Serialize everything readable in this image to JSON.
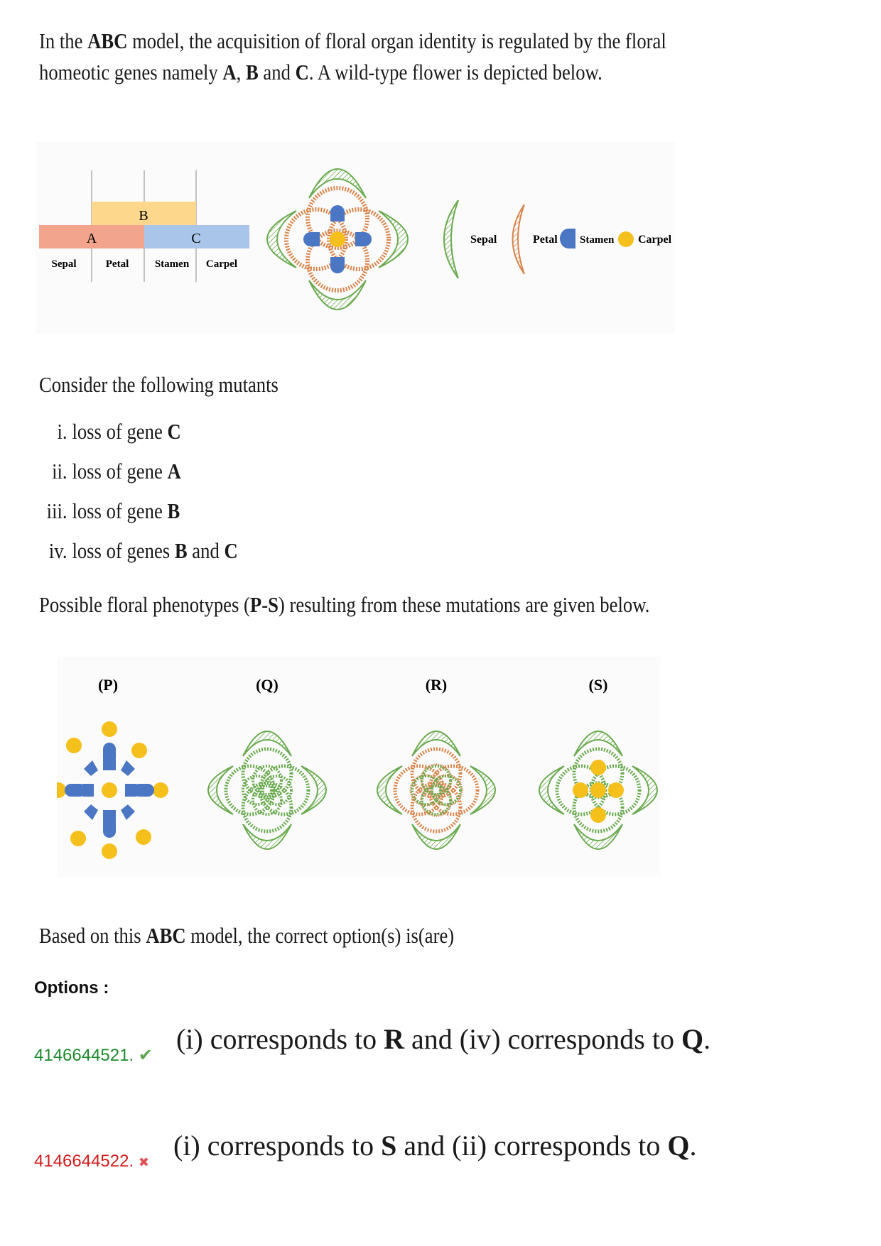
{
  "question": {
    "intro_line1": [
      "In the ",
      "ABC",
      " model, the acquisition of floral organ identity is regulated by the floral"
    ],
    "intro_line2": [
      "homeotic genes namely ",
      "A",
      ", ",
      "B",
      " and ",
      "C",
      ". A wild-type flower is depicted below."
    ],
    "consider": "Consider the following mutants",
    "mutants": [
      {
        "num": "i.",
        "text": "loss of gene ",
        "bold": "C"
      },
      {
        "num": "ii.",
        "text": "loss of gene ",
        "bold": "A"
      },
      {
        "num": "iii.",
        "text": "loss of gene ",
        "bold": "B"
      },
      {
        "num": "iv.",
        "text": "loss of genes ",
        "bold": "B",
        "text2": " and ",
        "bold2": "C"
      }
    ],
    "phenotypes_line": [
      "Possible floral phenotypes (",
      "P",
      "-",
      "S",
      ") resulting from these mutations are given below."
    ],
    "based_line": [
      "Based on this ",
      "ABC",
      " model, the correct option(s) is(are)"
    ]
  },
  "figure1": {
    "gene_labels": {
      "a": "A",
      "b": "B",
      "c": "C"
    },
    "whorl_labels": [
      "Sepal",
      "Petal",
      "Stamen",
      "Carpel"
    ],
    "legend": [
      "Sepal",
      "Petal",
      "Stamen",
      "Carpel"
    ],
    "colors": {
      "a": "#f2a48c",
      "b": "#fcd78c",
      "c": "#a9c6ea",
      "sepal": "#6aab4f",
      "petal": "#d9844b",
      "stamen": "#4a76c4",
      "carpel": "#f5bf1c"
    }
  },
  "figure2": {
    "labels": [
      "(P)",
      "(Q)",
      "(R)",
      "(S)"
    ]
  },
  "options_label": "Options :",
  "options": [
    {
      "id": "4146644521.",
      "status": "correct",
      "color": "#1e8a2e",
      "mark": "✔",
      "parts": [
        "(i) corresponds to ",
        "R",
        " and (iv) corresponds to ",
        "Q",
        "."
      ]
    },
    {
      "id": "4146644522.",
      "status": "incorrect",
      "color": "#d11d1d",
      "mark": "✖",
      "parts": [
        "(i) corresponds to ",
        "S",
        " and (ii) corresponds to ",
        "Q",
        "."
      ]
    }
  ]
}
